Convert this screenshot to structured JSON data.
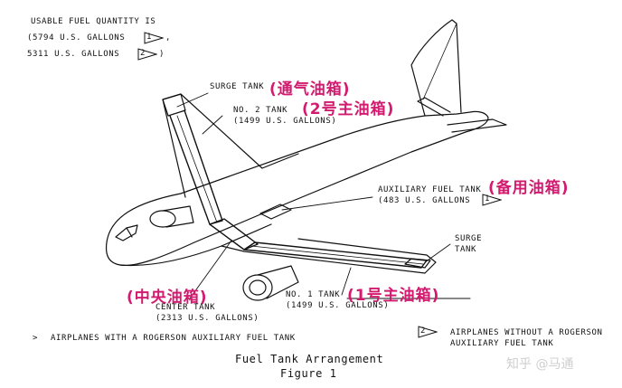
{
  "header": {
    "line1": "USABLE FUEL QUANTITY IS",
    "line2_value": "(5794 U.S. GALLONS",
    "line2_flag": "1",
    "line2_suffix": ",",
    "line3_value": "5311 U.S. GALLONS",
    "line3_flag": "2",
    "line3_suffix": ")"
  },
  "labels": {
    "surge_tank_left": "SURGE TANK",
    "surge_tank_left_cn": "(通气油箱)",
    "no2_tank": "NO. 2 TANK",
    "no2_tank_gal": "(1499 U.S. GALLONS)",
    "no2_tank_cn": "(2号主油箱)",
    "aux_tank": "AUXILIARY FUEL TANK",
    "aux_tank_gal": "(483 U.S. GALLONS",
    "aux_flag": "1",
    "aux_tank_cn": "(备用油箱)",
    "surge_tank_right_1": "SURGE",
    "surge_tank_right_2": "TANK",
    "center_tank_cn": "(中央油箱)",
    "center_tank": "CENTER TANK",
    "center_tank_gal": "(2313 U.S. GALLONS)",
    "no1_tank": "NO. 1 TANK",
    "no1_tank_gal": "(1499 U.S. GALLONS)",
    "no1_tank_cn": "(1号主油箱)"
  },
  "notes": {
    "note1_marker": ">",
    "note1": "AIRPLANES WITH A ROGERSON AUXILIARY FUEL TANK",
    "note2_flag": "2",
    "note2_line1": "AIRPLANES WITHOUT A ROGERSON",
    "note2_line2": "AUXILIARY FUEL TANK"
  },
  "caption": {
    "title": "Fuel Tank Arrangement",
    "figure": "Figure 1"
  },
  "watermark": "知乎 @马通"
}
